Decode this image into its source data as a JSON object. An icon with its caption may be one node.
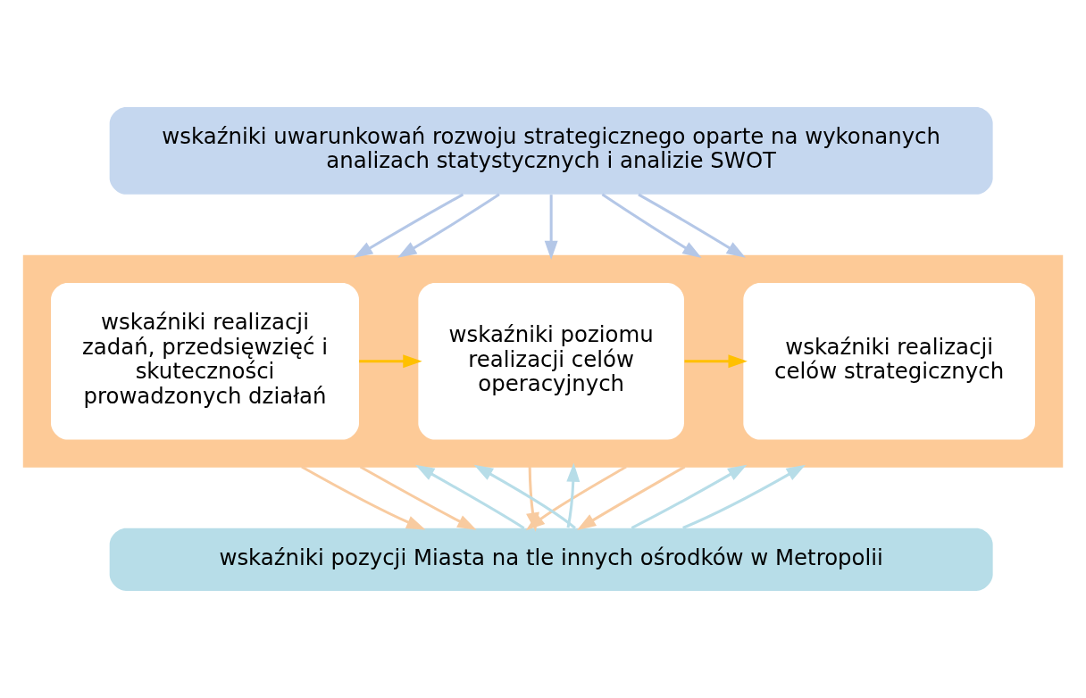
{
  "diagram": {
    "nodes": [
      {
        "text": [
          "wskaźniki uwarunkowań rozwoju strategicznego oparte na wykonanych analizach statystycznych i analizie SWOT"
        ]
      },
      {
        "text": [],
        "shape": "box"
      },
      {
        "text": [
          "wskaźniki realizacji zadań, przedsięwzięć i skuteczności prowadzonych działań"
        ],
        "in": 1
      },
      {
        "text": [
          "wskaźniki poziomu realizacji celów operacyjnych"
        ],
        "in": 1
      },
      {
        "text": [
          "wskaźniki realizacji celów strategicznych"
        ],
        "in": 1
      },
      {
        "text": [
          "wskaźniki pozycji Miasta na tle innych ośrodków w Metropolii"
        ]
      }
    ],
    "edges": [
      {
        "from": 0,
        "to": 1,
        "arrow": "to",
        "color": "#b4c7e7"
      },
      {
        "from": 0,
        "to": 1,
        "arrow": "to",
        "color": "#b4c7e7"
      },
      {
        "from": 0,
        "to": 1,
        "arrow": "to",
        "color": "#b4c7e7"
      },
      {
        "from": 0,
        "to": 1,
        "arrow": "to",
        "color": "#b4c7e7"
      },
      {
        "from": 0,
        "to": 1,
        "arrow": "to",
        "color": "#b4c7e7"
      },
      {
        "from": 2,
        "to": 3,
        "arrow": "to",
        "color": "#ffc000"
      },
      {
        "from": 3,
        "to": 4,
        "arrow": "to",
        "color": "#ffc000"
      },
      {
        "from": 1,
        "to": 5,
        "arrow": "to",
        "color": "#f8cba0"
      },
      {
        "from": 1,
        "to": 5,
        "arrow": "to",
        "color": "#f8cba0"
      },
      {
        "from": 1,
        "to": 5,
        "arrow": "to",
        "color": "#f8cba0"
      },
      {
        "from": 1,
        "to": 5,
        "arrow": "to",
        "color": "#f8cba0"
      },
      {
        "from": 1,
        "to": 5,
        "arrow": "to",
        "color": "#f8cba0"
      },
      {
        "from": 5,
        "to": 1,
        "arrow": "to",
        "color": "#b7dde8"
      },
      {
        "from": 5,
        "to": 1,
        "arrow": "to",
        "color": "#b7dde8"
      },
      {
        "from": 5,
        "to": 1,
        "arrow": "to",
        "color": "#b7dde8"
      },
      {
        "from": 5,
        "to": 1,
        "arrow": "to",
        "color": "#b7dde8"
      },
      {
        "from": 5,
        "to": 1,
        "arrow": "to",
        "color": "#b7dde8"
      }
    ]
  }
}
